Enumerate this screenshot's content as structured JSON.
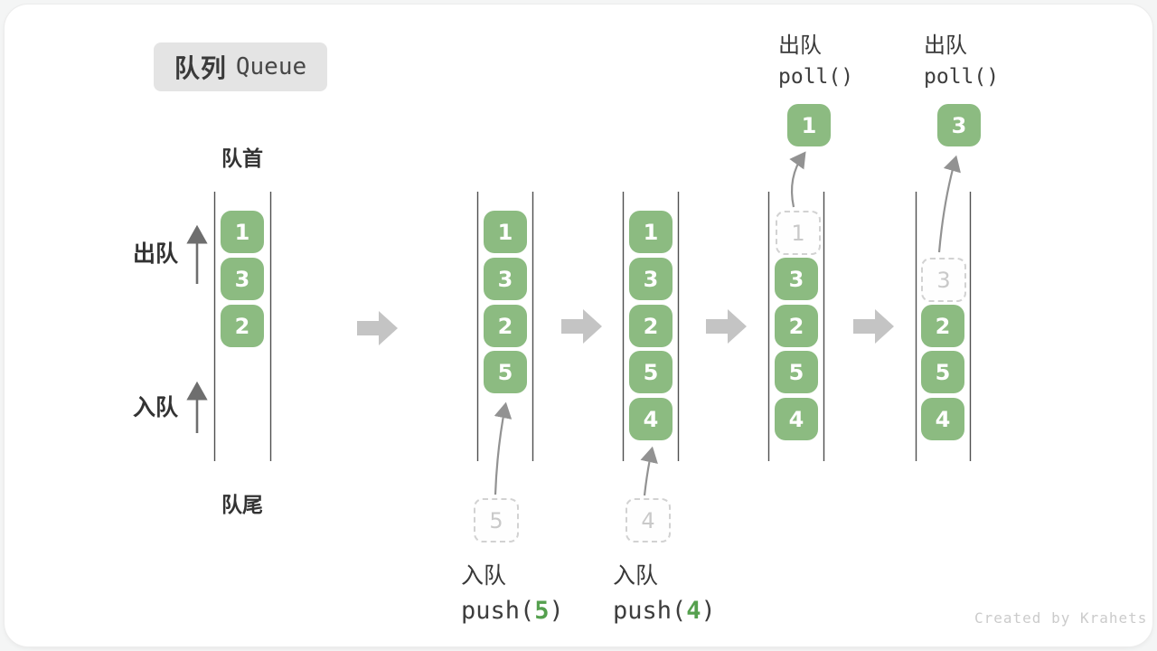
{
  "badge": {
    "zh": "队列",
    "en": "Queue"
  },
  "labels": {
    "front": "队首",
    "rear": "队尾",
    "dequeue_side": "出队",
    "enqueue_side": "入队"
  },
  "colors": {
    "box_green": "#8cbb81",
    "code_arg_green": "#55a04e",
    "block_arrow_gray": "#c4c4c4",
    "dashed_border_gray": "#d2d2d2",
    "badge_bg": "#e4e4e4"
  },
  "states": [
    {
      "name": "initial",
      "boxes": [
        "1",
        "3",
        "2"
      ]
    },
    {
      "name": "after-push-5",
      "boxes": [
        "1",
        "3",
        "2",
        "5"
      ],
      "staging": "5",
      "op": {
        "name": "入队",
        "code_open": "push(",
        "arg": "5",
        "code_close": ")"
      }
    },
    {
      "name": "after-push-4",
      "boxes": [
        "1",
        "3",
        "2",
        "5",
        "4"
      ],
      "staging": "4",
      "op": {
        "name": "入队",
        "code_open": "push(",
        "arg": "4",
        "code_close": ")"
      }
    },
    {
      "name": "after-poll-1",
      "removed": "1",
      "boxes": [
        "3",
        "2",
        "5",
        "4"
      ],
      "out": "1",
      "op": {
        "name": "出队",
        "code": "poll()"
      }
    },
    {
      "name": "after-poll-3",
      "removed": "3",
      "boxes": [
        "2",
        "5",
        "4"
      ],
      "out": "3",
      "op": {
        "name": "出队",
        "code": "poll()"
      }
    }
  ],
  "watermark": "Created by Krahets"
}
